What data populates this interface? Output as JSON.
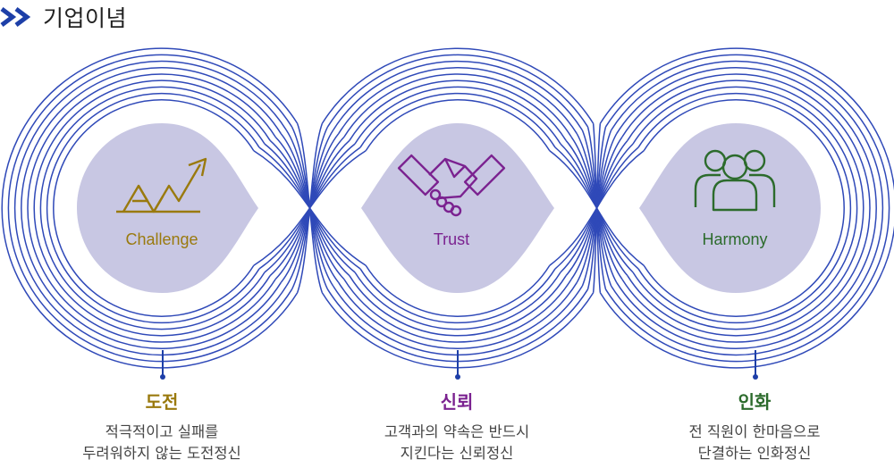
{
  "header": {
    "title": "기업이념",
    "accent_dark": "#1d3fa8",
    "accent_light": "#4d7ae6"
  },
  "colors": {
    "lines": "#2f49b8",
    "blob": "#c8c7e3"
  },
  "values": [
    {
      "key": "challenge",
      "en": "Challenge",
      "ko": "도전",
      "desc_line1": "적극적이고 실패를",
      "desc_line2": "두려워하지 않는 도전정신",
      "icon": "rising-arrow-icon",
      "color": "#9a7a0e"
    },
    {
      "key": "trust",
      "en": "Trust",
      "ko": "신뢰",
      "desc_line1": "고객과의 약속은 반드시",
      "desc_line2": "지킨다는 신뢰정신",
      "icon": "handshake-icon",
      "color": "#7b2290"
    },
    {
      "key": "harmony",
      "en": "Harmony",
      "ko": "인화",
      "desc_line1": "전 직원이 한마음으로",
      "desc_line2": "단결하는 인화정신",
      "icon": "people-group-icon",
      "color": "#2c6b2c"
    }
  ]
}
